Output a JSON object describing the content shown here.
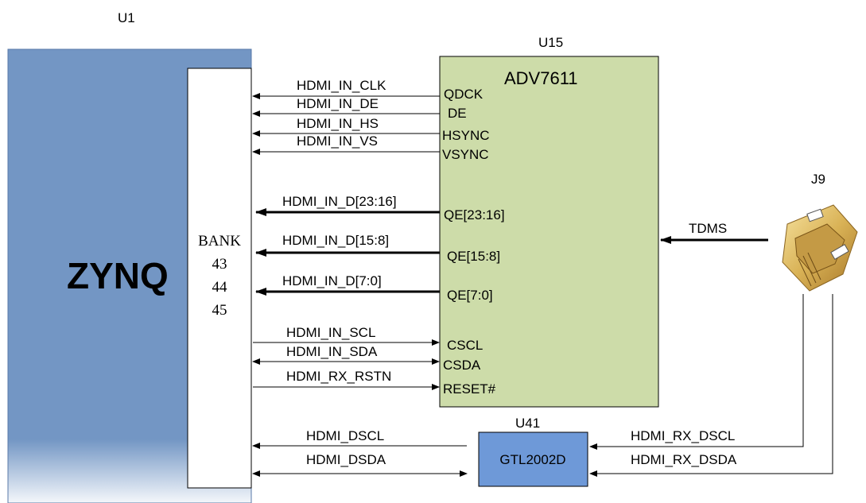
{
  "zynq": {
    "ref": "U1",
    "name": "ZYNQ",
    "bank_label": "BANK",
    "banks": [
      "43",
      "44",
      "45"
    ],
    "fill": "#7396c4"
  },
  "adv": {
    "ref": "U15",
    "name": "ADV7611",
    "fill": "#cddca9",
    "pins": [
      "QDCK",
      "DE",
      "HSYNC",
      "VSYNC",
      "QE[23:16]",
      "QE[15:8]",
      "QE[7:0]",
      "CSCL",
      "CSDA",
      "RESET#"
    ]
  },
  "signals": {
    "clk": "HDMI_IN_CLK",
    "de": "HDMI_IN_DE",
    "hs": "HDMI_IN_HS",
    "vs": "HDMI_IN_VS",
    "d_hi": "HDMI_IN_D[23:16]",
    "d_mid": "HDMI_IN_D[15:8]",
    "d_lo": "HDMI_IN_D[7:0]",
    "scl": "HDMI_IN_SCL",
    "sda": "HDMI_IN_SDA",
    "rst": "HDMI_RX_RSTN",
    "dscl": "HDMI_DSCL",
    "dsda": "HDMI_DSDA",
    "rx_dscl": "HDMI_RX_DSCL",
    "rx_dsda": "HDMI_RX_DSDA",
    "tdms": "TDMS"
  },
  "gtl": {
    "ref": "U41",
    "name": "GTL2002D",
    "fill": "#6e99d8"
  },
  "connector": {
    "ref": "J9",
    "icon": "hdmi-connector-icon"
  }
}
